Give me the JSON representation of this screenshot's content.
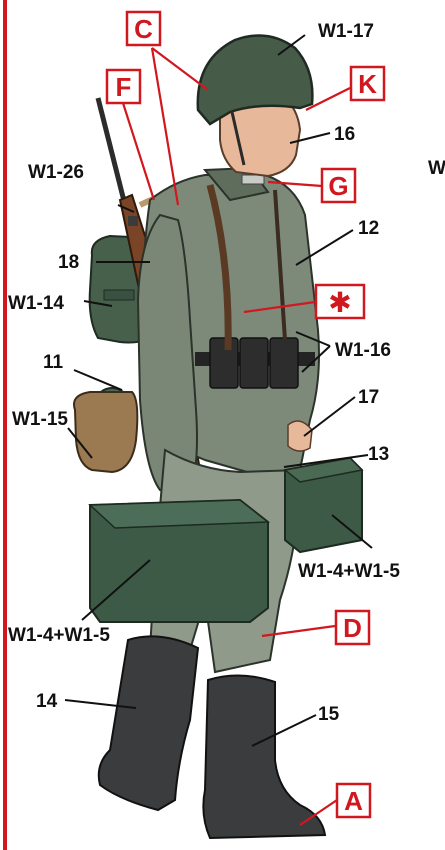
{
  "labels": {
    "helmet": "W1-17",
    "face": "16",
    "collar": "12",
    "rifle": "W1-26",
    "tunic": "18",
    "backpack": "W1-14",
    "canteen": "11",
    "bread_bag": "W1-15",
    "pouches": "W1-16",
    "hand": "17",
    "ammo_box_right_handle": "13",
    "ammo_box_right": "W1-4+W1-5",
    "ammo_box_left": "W1-4+W1-5",
    "boot_left": "14",
    "boot_right": "15",
    "edge_fragment": "W"
  },
  "markers": {
    "c": "C",
    "f": "F",
    "k": "K",
    "g": "G",
    "star": "✱",
    "d": "D",
    "a": "A"
  },
  "colors": {
    "frame": "#d0181e",
    "marker": "#d0181e",
    "uniform": "#7d8a7a",
    "helmet": "#465c49",
    "ammo_box": "#3d5a47",
    "boots": "#3a3c3e",
    "leather": "#7a4526"
  }
}
